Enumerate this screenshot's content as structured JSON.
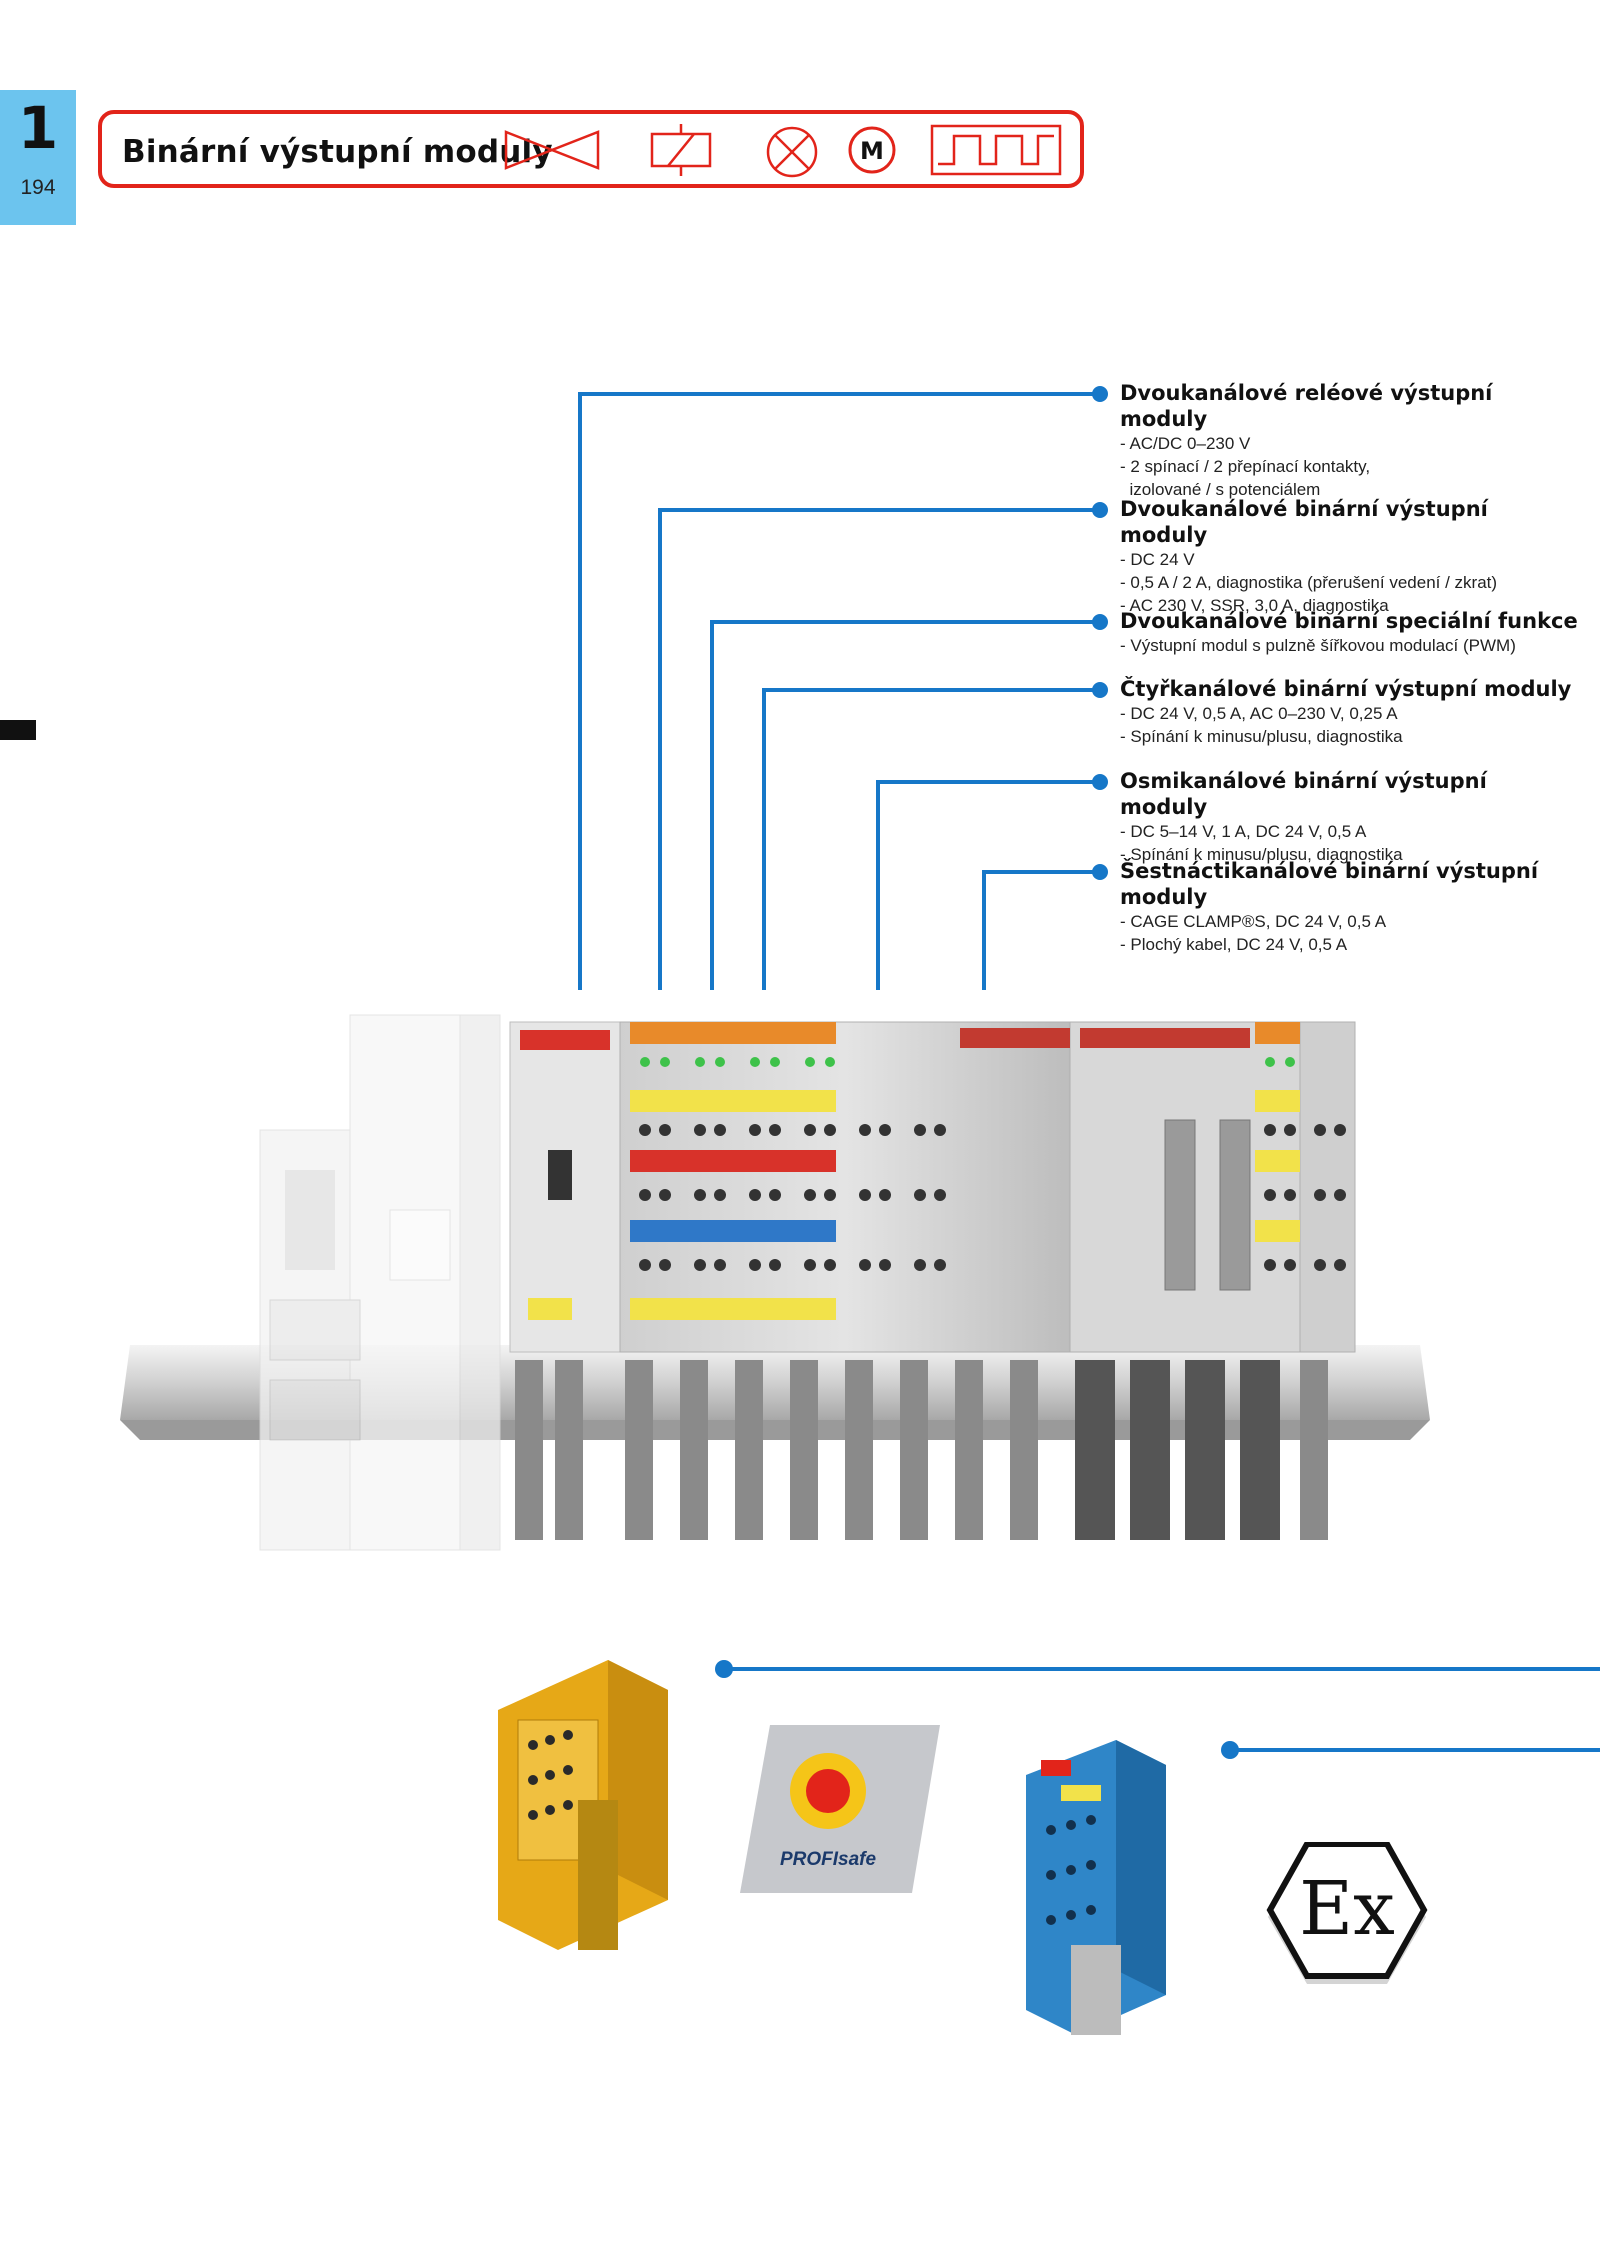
{
  "page": {
    "chapter_number": "1",
    "page_number": "194"
  },
  "header": {
    "title": "Binární výstupní moduly",
    "icons": [
      "valve-icon",
      "relay-coil-icon",
      "lamp-icon",
      "motor-icon",
      "pwm-pulse-icon"
    ],
    "icon_labels": {
      "motor": "M"
    },
    "border_color": "#e2241a"
  },
  "callouts": [
    {
      "title": "Dvoukanálové reléové výstupní moduly",
      "lines": [
        "- AC/DC 0–230 V",
        "- 2 spínací / 2 přepínací kontakty,",
        "  izolované / s potenciálem"
      ]
    },
    {
      "title": "Dvoukanálové binární výstupní moduly",
      "lines": [
        "- DC 24 V",
        "- 0,5 A / 2 A, diagnostika (přerušení vedení / zkrat)",
        "- AC 230 V, SSR, 3,0 A, diagnostika"
      ]
    },
    {
      "title": "Dvoukanálové binární speciální funkce",
      "lines": [
        "- Výstupní modul s pulzně šířkovou modulací (PWM)"
      ]
    },
    {
      "title": "Čtyřkanálové binární výstupní moduly",
      "lines": [
        "- DC 24 V, 0,5 A, AC 0–230 V, 0,25 A",
        "- Spínání k minusu/plusu, diagnostika"
      ]
    },
    {
      "title": "Osmikanálové binární výstupní moduly",
      "lines": [
        "- DC 5–14 V, 1 A, DC 24 V, 0,5 A",
        "- Spínání k minusu/plusu, diagnostika"
      ]
    },
    {
      "title": "Šestnáctikanálové binární výstupní moduly",
      "lines": [
        "- CAGE CLAMP®S, DC 24 V, 0,5 A",
        "- Plochý kabel, DC 24 V, 0,5 A"
      ]
    }
  ],
  "colors": {
    "connector_blue": "#1677c8",
    "tab_blue": "#6cc4ee",
    "accent_red": "#e2241a"
  },
  "badges": {
    "profisafe": "PROFIsafe",
    "ex": "Ex"
  }
}
